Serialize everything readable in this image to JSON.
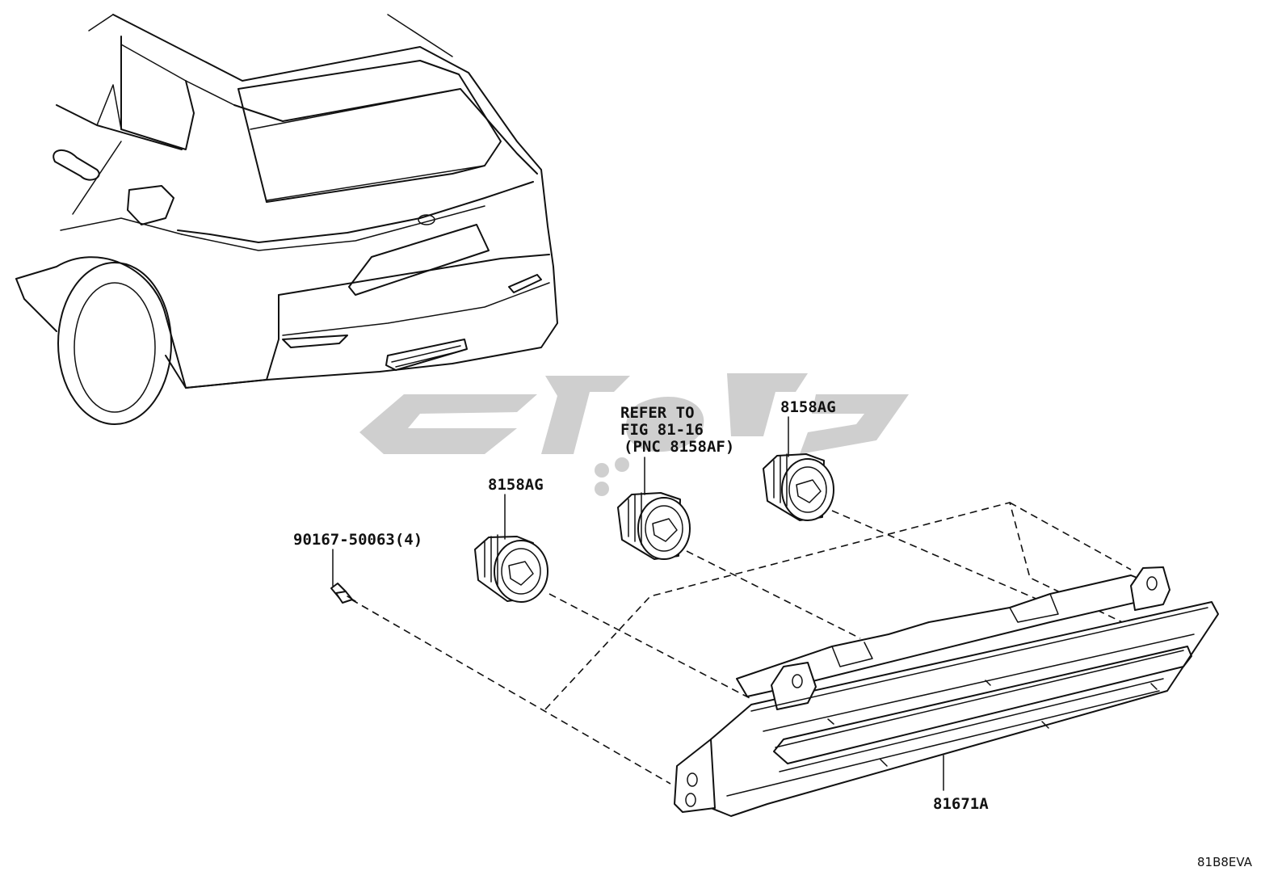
{
  "labels": {
    "refer_line1": "REFER TO",
    "refer_line2": "FIG 81-16",
    "refer_line3": "(PNC 8158AF)",
    "socket_left": "8158AG",
    "socket_right": "8158AG",
    "screw": "90167-50063(4)",
    "lamp": "81671A"
  },
  "figure_code": "81B8EVA",
  "watermark_icon": "brand-watermark-logo",
  "colors": {
    "line": "#111111",
    "watermark": "#c7c7c7",
    "background": "#ffffff"
  }
}
